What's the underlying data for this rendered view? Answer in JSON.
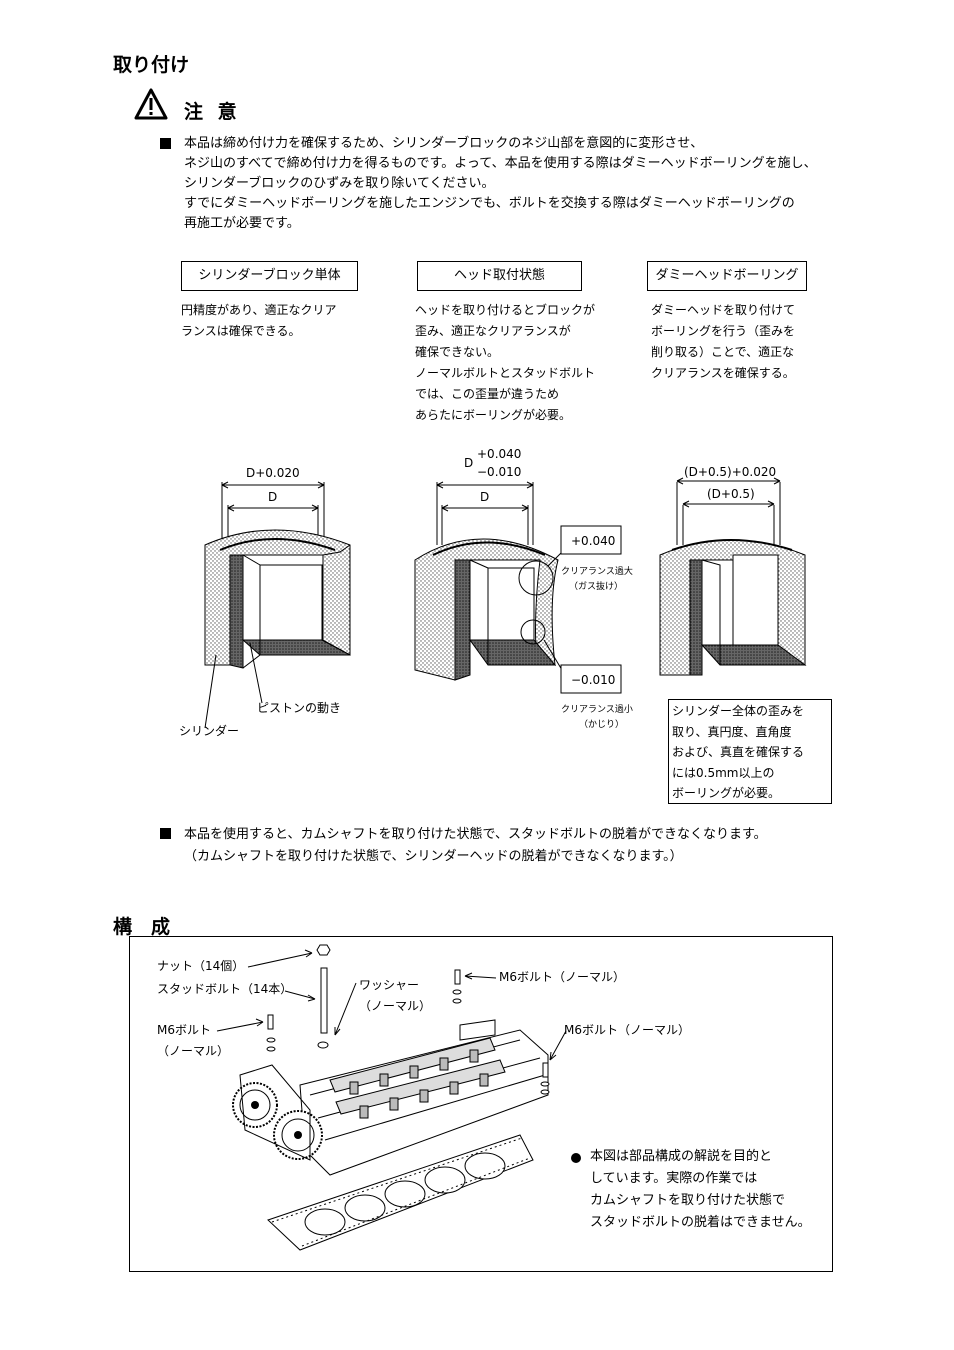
{
  "install": {
    "title": "取り付け",
    "caution": "注 意",
    "notice_lines": [
      "本品は締め付け力を確保するため、シリンダーブロックのネジ山部を意図的に変形させ、",
      "ネジ山のすべてで締め付け力を得るものです。よって、本品を使用する際はダミーヘッドボーリングを施し、",
      "シリンダーブロックのひずみを取り除いてください。",
      "すでにダミーヘッドボーリングを施したエンジンでも、ボルトを交換する際はダミーヘッドボーリングの",
      "再施工が必要です。"
    ],
    "columns": [
      {
        "header": "シリンダーブロック単体",
        "lines": [
          "円精度があり、適正なクリア",
          "ランスは確保できる。"
        ]
      },
      {
        "header": "ヘッド取付状態",
        "lines": [
          "ヘッドを取り付けるとブロックが",
          "歪み、適正なクリアランスが",
          "確保できない。",
          "ノーマルボルトとスタッドボルト",
          "では、この歪量が違うため",
          "あらたにボーリングが必要。"
        ]
      },
      {
        "header": "ダミーヘッドボーリング",
        "lines": [
          "ダミーヘッドを取り付けて",
          "ボーリングを行う（歪みを",
          "削り取る）ことで、適正な",
          "クリアランスを確保する。"
        ]
      }
    ],
    "diagram": {
      "d1_outer": "D+0.020",
      "d1_inner": "D",
      "d2_D": "D",
      "d2_plus": "+0.040",
      "d2_minus": "−0.010",
      "d2_inner": "D",
      "d2_box_plus": "+0.040",
      "d2_large": "クリアランス過大",
      "d2_large_sub": "（ガス抜け）",
      "d2_box_minus": "−0.010",
      "d2_small": "クリアランス過小",
      "d2_small_sub": "（かじり）",
      "d3_outer": "(D+0.5)+0.020",
      "d3_inner": "(D+0.5)",
      "piston_label": "ピストンの動き",
      "cylinder_label": "シリンダー",
      "d3_note_lines": [
        "シリンダー全体の歪みを",
        "取り、真円度、直角度",
        "および、真直を確保する",
        "には0.5mm以上の",
        "ボーリングが必要。"
      ]
    },
    "notice2_lines": [
      "本品を使用すると、カムシャフトを取り付けた状態で、スタッドボルトの脱着ができなくなります。",
      "（カムシャフトを取り付けた状態で、シリンダーヘッドの脱着ができなくなります。）"
    ]
  },
  "composition": {
    "title": "構　成",
    "labels": {
      "nut": "ナット（14個）",
      "stud": "スタッドボルト（14本）",
      "washer1": "ワッシャー",
      "washer2": "（ノーマル）",
      "m6_top": "M6ボルト（ノーマル）",
      "m6_left1": "M6ボルト",
      "m6_left2": "（ノーマル）",
      "m6_right": "M6ボルト（ノーマル）"
    },
    "note_lines": [
      "本図は部品構成の解説を目的と",
      "しています。実際の作業では",
      "カムシャフトを取り付けた状態で",
      "スタッドボルトの脱着はできません。"
    ]
  }
}
